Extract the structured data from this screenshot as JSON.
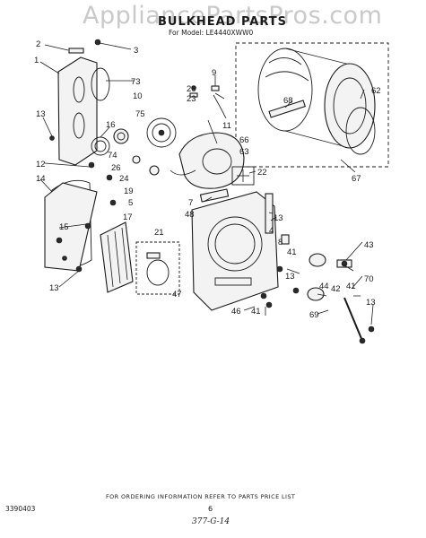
{
  "watermark": "AppliancePartsPros.com",
  "title": "BULKHEAD PARTS",
  "subtitle": "For Model: LE4440XWW0",
  "footer": "FOR ORDERING INFORMATION REFER TO PARTS PRICE LIST",
  "document_number": "3390403",
  "page_number": "6",
  "handwritten_note": "377-G-14",
  "callouts": {
    "c1": "1",
    "c2": "2",
    "c3": "3",
    "c4": "4",
    "c5": "5",
    "c7": "7",
    "c8": "8",
    "c9": "9",
    "c10": "10",
    "c11": "11",
    "c12": "12",
    "c13a": "13",
    "c13b": "13",
    "c13c": "13",
    "c13d": "13",
    "c13e": "13",
    "c14": "14",
    "c15": "15",
    "c16": "16",
    "c17": "17",
    "c19": "19",
    "c21": "21",
    "c22": "22",
    "c23": "23",
    "c24": "24",
    "c26a": "26",
    "c26b": "26",
    "c41a": "41",
    "c41b": "41",
    "c41c": "41",
    "c42": "42",
    "c43": "43",
    "c44": "44",
    "c46": "46",
    "c47": "47",
    "c48": "48",
    "c62": "62",
    "c63": "63",
    "c66": "66",
    "c67": "67",
    "c68": "68",
    "c69": "69",
    "c70": "70",
    "c73": "73",
    "c74": "74",
    "c75": "75"
  }
}
